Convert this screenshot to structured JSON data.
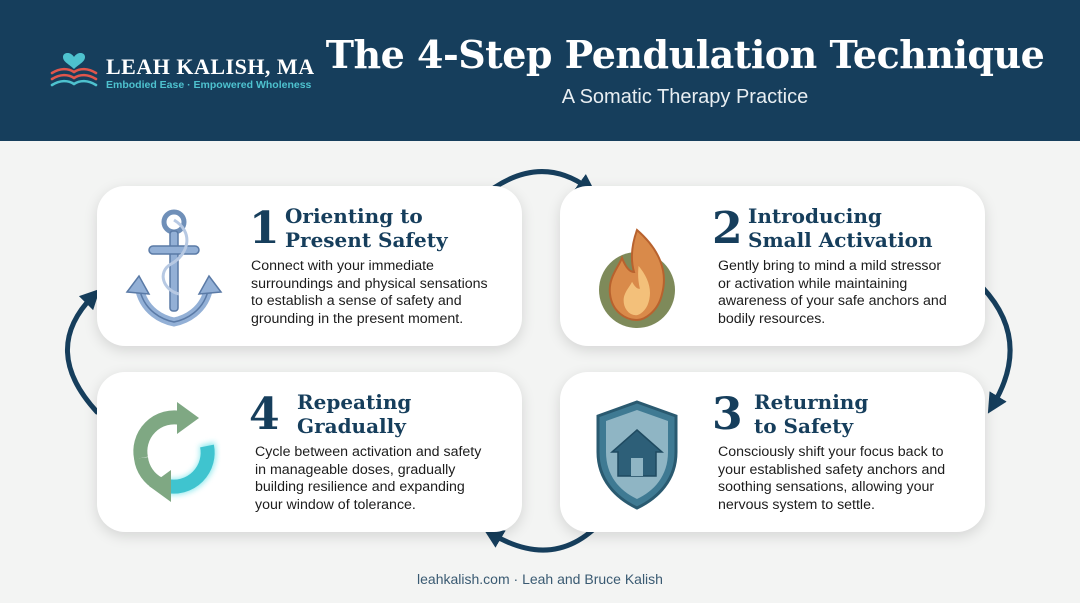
{
  "header": {
    "brand_name": "LEAH KALISH, MA",
    "brand_tagline": "Embodied Ease · Empowered Wholeness",
    "title": "The 4-Step Pendulation Technique",
    "subtitle": "A Somatic Therapy Practice"
  },
  "colors": {
    "header_bg": "#163e5c",
    "accent_teal": "#4ec2cf",
    "title_navy": "#163e5c",
    "card_bg": "#ffffff",
    "page_bg": "#f3f4f3"
  },
  "steps": [
    {
      "number": "1",
      "title_lines": [
        "Orienting to",
        "Present Safety"
      ],
      "desc_lines": [
        "Connect with your immediate",
        "surroundings and physical sensations",
        "to establish a sense of safety and",
        "grounding in the present moment."
      ],
      "icon": "anchor-icon"
    },
    {
      "number": "2",
      "title_lines": [
        "Introducing",
        "Small Activation"
      ],
      "desc_lines": [
        "Gently bring to mind a mild stressor",
        "or activation while maintaining",
        "awareness of your safe anchors and",
        "bodily resources."
      ],
      "icon": "flame-icon"
    },
    {
      "number": "3",
      "title_lines": [
        "Returning",
        "to Safety"
      ],
      "desc_lines": [
        "Consciously shift your focus back to",
        "your established safety anchors and",
        "soothing sensations, allowing your",
        "nervous system to settle."
      ],
      "icon": "shield-home-icon"
    },
    {
      "number": "4",
      "title_lines": [
        "Repeating",
        "Gradually"
      ],
      "desc_lines": [
        "Cycle between activation and safety",
        "in manageable doses, gradually",
        "building resilience and expanding",
        "your window of tolerance."
      ],
      "icon": "cycle-arrows-icon"
    }
  ],
  "footer": {
    "text": "leahkalish.com · Leah and Bruce Kalish"
  }
}
